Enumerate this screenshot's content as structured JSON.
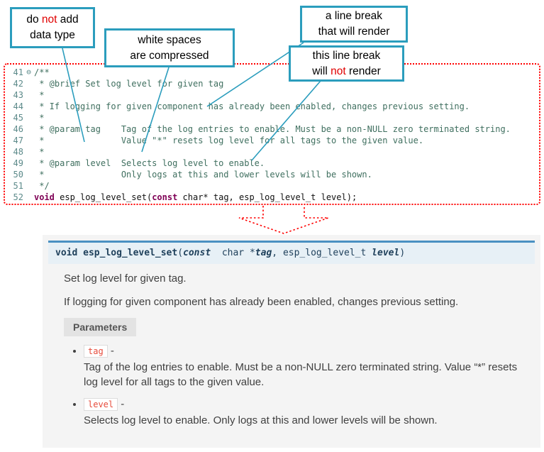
{
  "colors": {
    "callout_border": "#2b9dbd",
    "connector_line": "#2b9dbd",
    "code_block_border": "#ff0000",
    "big_arrow": "#ff0000",
    "code_keyword": "#7f0055",
    "code_comment": "#3f6f5f",
    "line_number": "#5c8a8a",
    "signature_top_border": "#4a90c2",
    "literal_text": "#e74c3c",
    "emphasis_not": "#e00000"
  },
  "callouts": {
    "box1": {
      "pre": "do ",
      "not": "not",
      "post": " add",
      "line2": "data type"
    },
    "box2": {
      "line1": "white spaces",
      "line2": "are  compressed"
    },
    "box3": {
      "line1": "a line break",
      "line2": "that will render"
    },
    "box4": {
      "line1": "this line break",
      "pre": "will ",
      "not": "not",
      "post": " render"
    }
  },
  "editor": {
    "lines": [
      {
        "num": "41",
        "fold": "⊖",
        "text": "/**"
      },
      {
        "num": "42",
        "text": " * @brief Set log level for given tag"
      },
      {
        "num": "43",
        "text": " *"
      },
      {
        "num": "44",
        "text": " * If logging for given component has already been enabled, changes previous setting."
      },
      {
        "num": "45",
        "text": " *"
      },
      {
        "num": "46",
        "text": " * @param tag    Tag of the log entries to enable. Must be a non-NULL zero terminated string."
      },
      {
        "num": "47",
        "text": " *               Value \"*\" resets log level for all tags to the given value."
      },
      {
        "num": "48",
        "text": " *"
      },
      {
        "num": "49",
        "text": " * @param level  Selects log level to enable."
      },
      {
        "num": "50",
        "text": " *               Only logs at this and lower levels will be shown."
      },
      {
        "num": "51",
        "text": " */"
      }
    ],
    "line52": {
      "num": "52",
      "kw1": "void",
      "t1": " esp_log_level_set(",
      "kw2": "const",
      "t2": " char* tag, esp_log_level_t level);"
    }
  },
  "doc": {
    "signature": {
      "kw_void": "void",
      "name": " esp_log_level_set",
      "open": "(",
      "kw_const": "const",
      "type1": "  char *",
      "param1": "tag",
      "comma": ", ",
      "type2": "esp_log_level_t ",
      "param2": "level",
      "close": ")"
    },
    "brief": "Set log level for given tag.",
    "description": "If logging for given component has already been enabled, changes previous setting.",
    "parameters_label": "Parameters",
    "params": [
      {
        "name": "tag",
        "dash": " -",
        "desc": "Tag of the log entries to enable. Must be a non-NULL zero terminated string. Value “*” resets log level for all tags to the given value."
      },
      {
        "name": "level",
        "dash": " -",
        "desc": "Selects log level to enable. Only logs at this and lower levels will be shown."
      }
    ]
  }
}
